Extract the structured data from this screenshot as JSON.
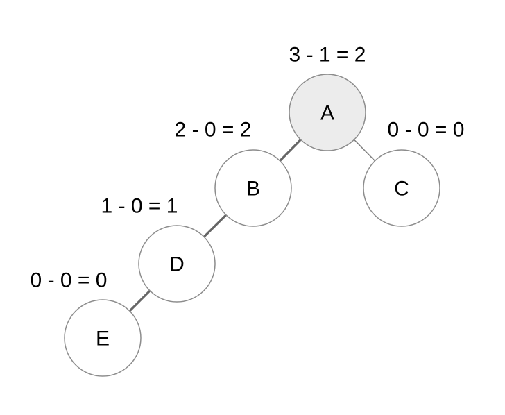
{
  "diagram": {
    "type": "binary-tree-balance-factors",
    "colors": {
      "background": "#ffffff",
      "node_fill_default": "#ffffff",
      "node_fill_highlight": "#ececec",
      "node_stroke": "#8c8c8c",
      "edge_thick": "#666666",
      "edge_thin": "#7d7d7d",
      "text": "#000000"
    },
    "nodes": [
      {
        "id": "A",
        "label": "A",
        "balance_label": "3 - 1 = 2",
        "highlighted": true,
        "fill": "#ececec",
        "stroke": "#8c8c8c"
      },
      {
        "id": "B",
        "label": "B",
        "balance_label": "2 - 0 = 2",
        "highlighted": false,
        "fill": "#ffffff",
        "stroke": "#8c8c8c"
      },
      {
        "id": "C",
        "label": "C",
        "balance_label": "0 - 0 = 0",
        "highlighted": false,
        "fill": "#ffffff",
        "stroke": "#8c8c8c"
      },
      {
        "id": "D",
        "label": "D",
        "balance_label": "1 - 0 = 1",
        "highlighted": false,
        "fill": "#ffffff",
        "stroke": "#8c8c8c"
      },
      {
        "id": "E",
        "label": "E",
        "balance_label": "0 - 0 = 0",
        "highlighted": false,
        "fill": "#ffffff",
        "stroke": "#8c8c8c"
      }
    ],
    "edges": [
      {
        "from": "A",
        "to": "B",
        "style": "thick"
      },
      {
        "from": "A",
        "to": "C",
        "style": "thin"
      },
      {
        "from": "B",
        "to": "D",
        "style": "thick"
      },
      {
        "from": "D",
        "to": "E",
        "style": "thick"
      }
    ]
  }
}
